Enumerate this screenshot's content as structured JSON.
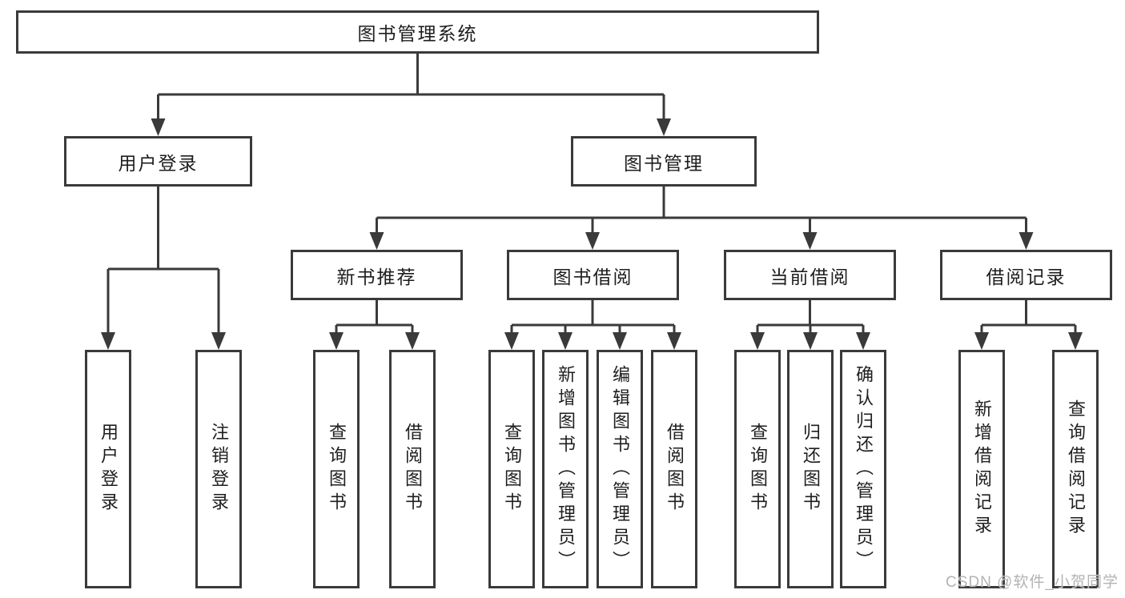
{
  "diagram": {
    "type": "hierarchy-tree",
    "direction": "top-down",
    "root": {
      "label": "图书管理系统",
      "children": [
        {
          "label": "用户登录",
          "children": [
            {
              "label": "用户登录"
            },
            {
              "label": "注销登录"
            }
          ]
        },
        {
          "label": "图书管理",
          "children": [
            {
              "label": "新书推荐",
              "children": [
                {
                  "label": "查询图书"
                },
                {
                  "label": "借阅图书"
                }
              ]
            },
            {
              "label": "图书借阅",
              "children": [
                {
                  "label": "查询图书"
                },
                {
                  "label": "新增图书（管理员）"
                },
                {
                  "label": "编辑图书（管理员）"
                },
                {
                  "label": "借阅图书"
                }
              ]
            },
            {
              "label": "当前借阅",
              "children": [
                {
                  "label": "查询图书"
                },
                {
                  "label": "归还图书"
                },
                {
                  "label": "确认归还（管理员）"
                }
              ]
            },
            {
              "label": "借阅记录",
              "children": [
                {
                  "label": "新增借阅记录"
                },
                {
                  "label": "查询借阅记录"
                }
              ]
            }
          ]
        }
      ]
    }
  },
  "watermark": {
    "text": "CSDN @软件_小贺同学",
    "color": "#b3b3b3"
  },
  "colors": {
    "background": "#ffffff",
    "box_border": "#3a3a3a",
    "connector": "#3a3a3a",
    "text": "#1e1e1e"
  }
}
